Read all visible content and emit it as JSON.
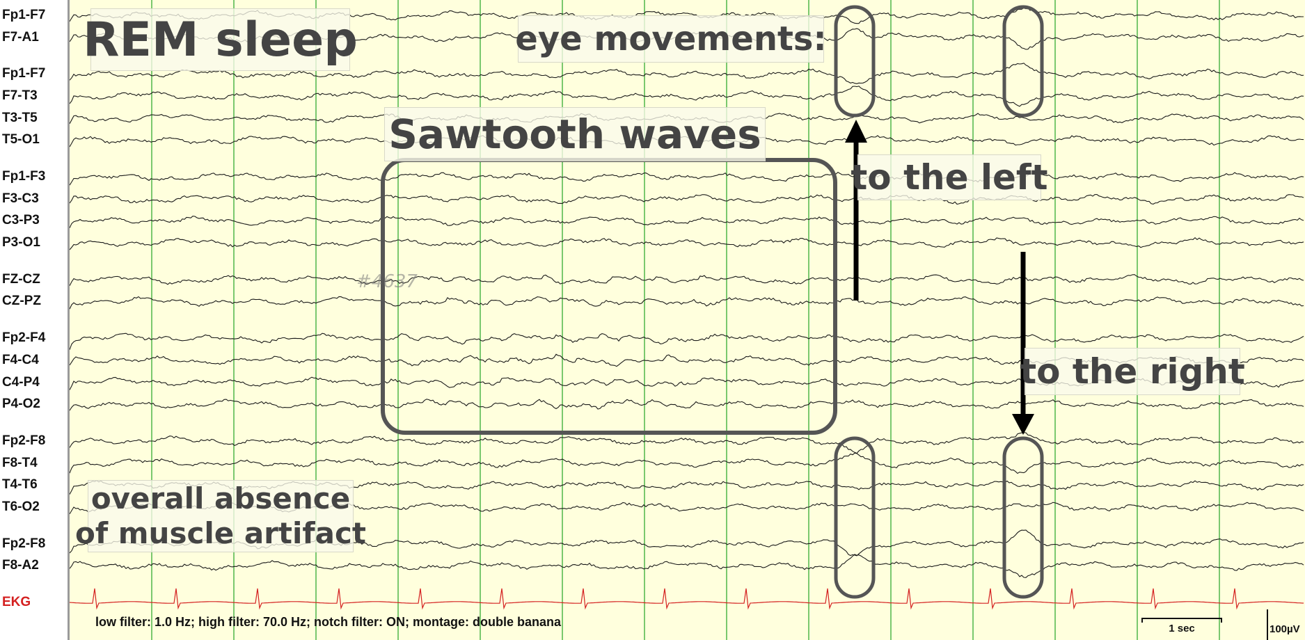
{
  "chart_data": {
    "type": "line",
    "title": "REM sleep",
    "montage_type": "EEG waveform (double banana)",
    "channels": [
      {
        "group": 0,
        "name": "Fp1-F7"
      },
      {
        "group": 0,
        "name": "F7-A1"
      },
      {
        "group": 1,
        "name": "Fp1-F7"
      },
      {
        "group": 1,
        "name": "F7-T3"
      },
      {
        "group": 1,
        "name": "T3-T5"
      },
      {
        "group": 1,
        "name": "T5-O1"
      },
      {
        "group": 2,
        "name": "Fp1-F3"
      },
      {
        "group": 2,
        "name": "F3-C3"
      },
      {
        "group": 2,
        "name": "C3-P3"
      },
      {
        "group": 2,
        "name": "P3-O1"
      },
      {
        "group": 3,
        "name": "FZ-CZ"
      },
      {
        "group": 3,
        "name": "CZ-PZ"
      },
      {
        "group": 4,
        "name": "Fp2-F4"
      },
      {
        "group": 4,
        "name": "F4-C4"
      },
      {
        "group": 4,
        "name": "C4-P4"
      },
      {
        "group": 4,
        "name": "P4-O2"
      },
      {
        "group": 5,
        "name": "Fp2-F8"
      },
      {
        "group": 5,
        "name": "F8-T4"
      },
      {
        "group": 5,
        "name": "T4-T6"
      },
      {
        "group": 5,
        "name": "T6-O2"
      },
      {
        "group": 6,
        "name": "Fp2-F8"
      },
      {
        "group": 6,
        "name": "F8-A2"
      },
      {
        "group": 7,
        "name": "EKG",
        "color": "#d42020"
      }
    ],
    "duration_sec": 15,
    "grid": "vertical lines every second",
    "annotations": {
      "title": "REM sleep",
      "eye_movements": "eye movements:",
      "sawtooth": "Sawtooth waves",
      "to_left": "to the left",
      "to_right": "to the right",
      "muscle_line1": "overall absence",
      "muscle_line2": "of muscle artifact"
    },
    "watermark": "#4637",
    "footer": "low filter: 1.0 Hz; high filter: 70.0 Hz; notch filter: ON; montage: double banana",
    "scale_time": "1 sec",
    "scale_amplitude": "100µV"
  },
  "colors": {
    "background": "#ffffdd",
    "gridline": "#33aa33",
    "trace": "#1a1a1a",
    "ekg": "#d42020",
    "annotation_outline": "#555555"
  }
}
